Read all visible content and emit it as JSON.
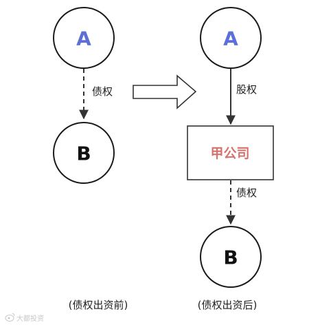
{
  "colors": {
    "stroke": "#1a1a1a",
    "letter_a": "#5b6fd6",
    "letter_b": "#111111",
    "company_text": "#d9706b",
    "company_border": "#333333",
    "arrow_outline": "#333333",
    "caption": "#222222",
    "watermark": "#c8c8c8"
  },
  "before": {
    "node_a": "A",
    "node_b": "B",
    "edge_label": "债权",
    "caption": "(债权出资前)"
  },
  "after": {
    "node_a": "A",
    "company": "甲公司",
    "edge_top_label": "股权",
    "edge_bottom_label": "债权",
    "node_b": "B",
    "caption": "(债权出资后)"
  },
  "transition_arrow": "block-right-arrow",
  "watermark": {
    "text": "大都投资",
    "icon": "weibo-icon"
  }
}
